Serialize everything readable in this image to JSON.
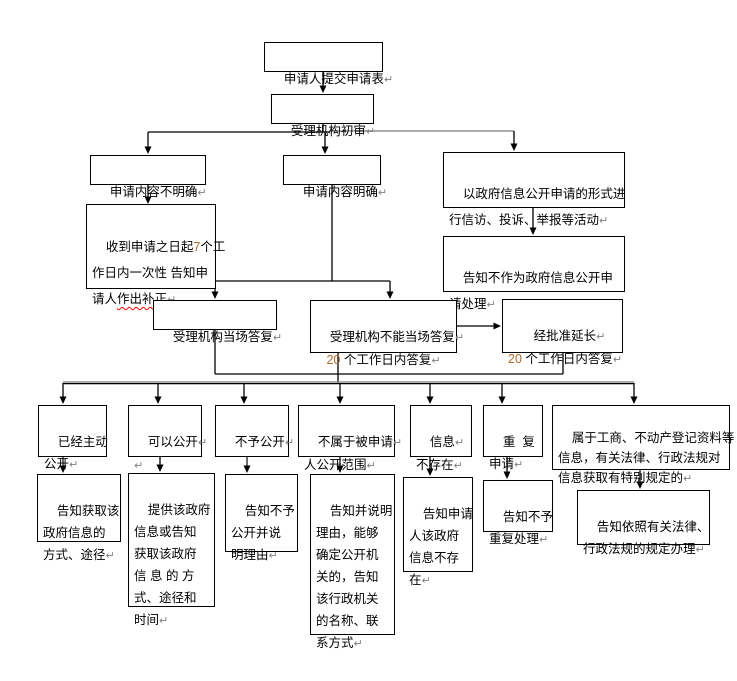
{
  "colors": {
    "background": "#ffffff",
    "box_border": "#000000",
    "text": "#000000",
    "connector": "#000000",
    "connector_shadow": "#909090",
    "return_mark": "#808080",
    "digit": "#b06a28",
    "spell_underline": "#ff0000"
  },
  "glyphs": {
    "return_mark": "↵",
    "arrowhead": "filled-triangle"
  },
  "decorations": {
    "spellcheck_text": "作出补正"
  },
  "boxes": {
    "submit": {
      "text": "申请人提交申请表↵"
    },
    "review": {
      "text": "受理机构初审↵"
    },
    "unclear": {
      "text": "申请内容不明确↵"
    },
    "clear": {
      "text": "申请内容明确↵"
    },
    "petition": {
      "text": "以政府信息公开申请的形式进\n行信访、投诉、举报等活动↵"
    },
    "correction": {
      "text": "收到申请之日起7个工\n作日内一次性 告知申\n请人作出补正↵"
    },
    "not_as_request": {
      "text": "告知不作为政府信息公开申\n请处理↵"
    },
    "onspot": {
      "text": "受理机构当场答复↵"
    },
    "cannot_onspot": {
      "text": "受理机构不能当场答复↵\n20 个工作日内答复↵"
    },
    "extend": {
      "text": "经批准延长↵\n20 个工作日内答复↵"
    },
    "b1_proactive": {
      "text": "已经主动\n公开↵"
    },
    "b2_can_open": {
      "text": "可以公开↵\n↵"
    },
    "b3_deny": {
      "text": "不予公开↵"
    },
    "b4_not_scope": {
      "text": "不属于被申请↵\n人公开范围↵"
    },
    "b5_not_exist": {
      "text": "信息↵\n不存在↵"
    },
    "b6_repeat": {
      "text": "重  复\n申请↵"
    },
    "b7_special": {
      "text": "属于工商、不动产登记资料等\n信息，有关法律、行政法规对\n信息获取有特别规定的↵"
    },
    "c1_way": {
      "text": "告知获取该\n政府信息的\n方式、途径↵"
    },
    "c2_provide": {
      "text": "提供该政府\n信息或告知\n获取该政府\n信 息 的 方\n式、途径和\n时间↵"
    },
    "c3_reason": {
      "text": "告知不予\n公开并说\n明理由↵"
    },
    "c4_explain": {
      "text": "告知并说明\n理由，能够\n确定公开机\n关的，告知\n该行政机关\n的名称、联\n系方式↵"
    },
    "c5_tell_none": {
      "text": "告知申请\n人该政府\n信息不存\n在↵"
    },
    "c6_no_repeat": {
      "text": "告知不予\n重复处理↵"
    },
    "c7_per_law": {
      "text": "告知依照有关法律、\n行政法规的规定办理↵"
    }
  }
}
